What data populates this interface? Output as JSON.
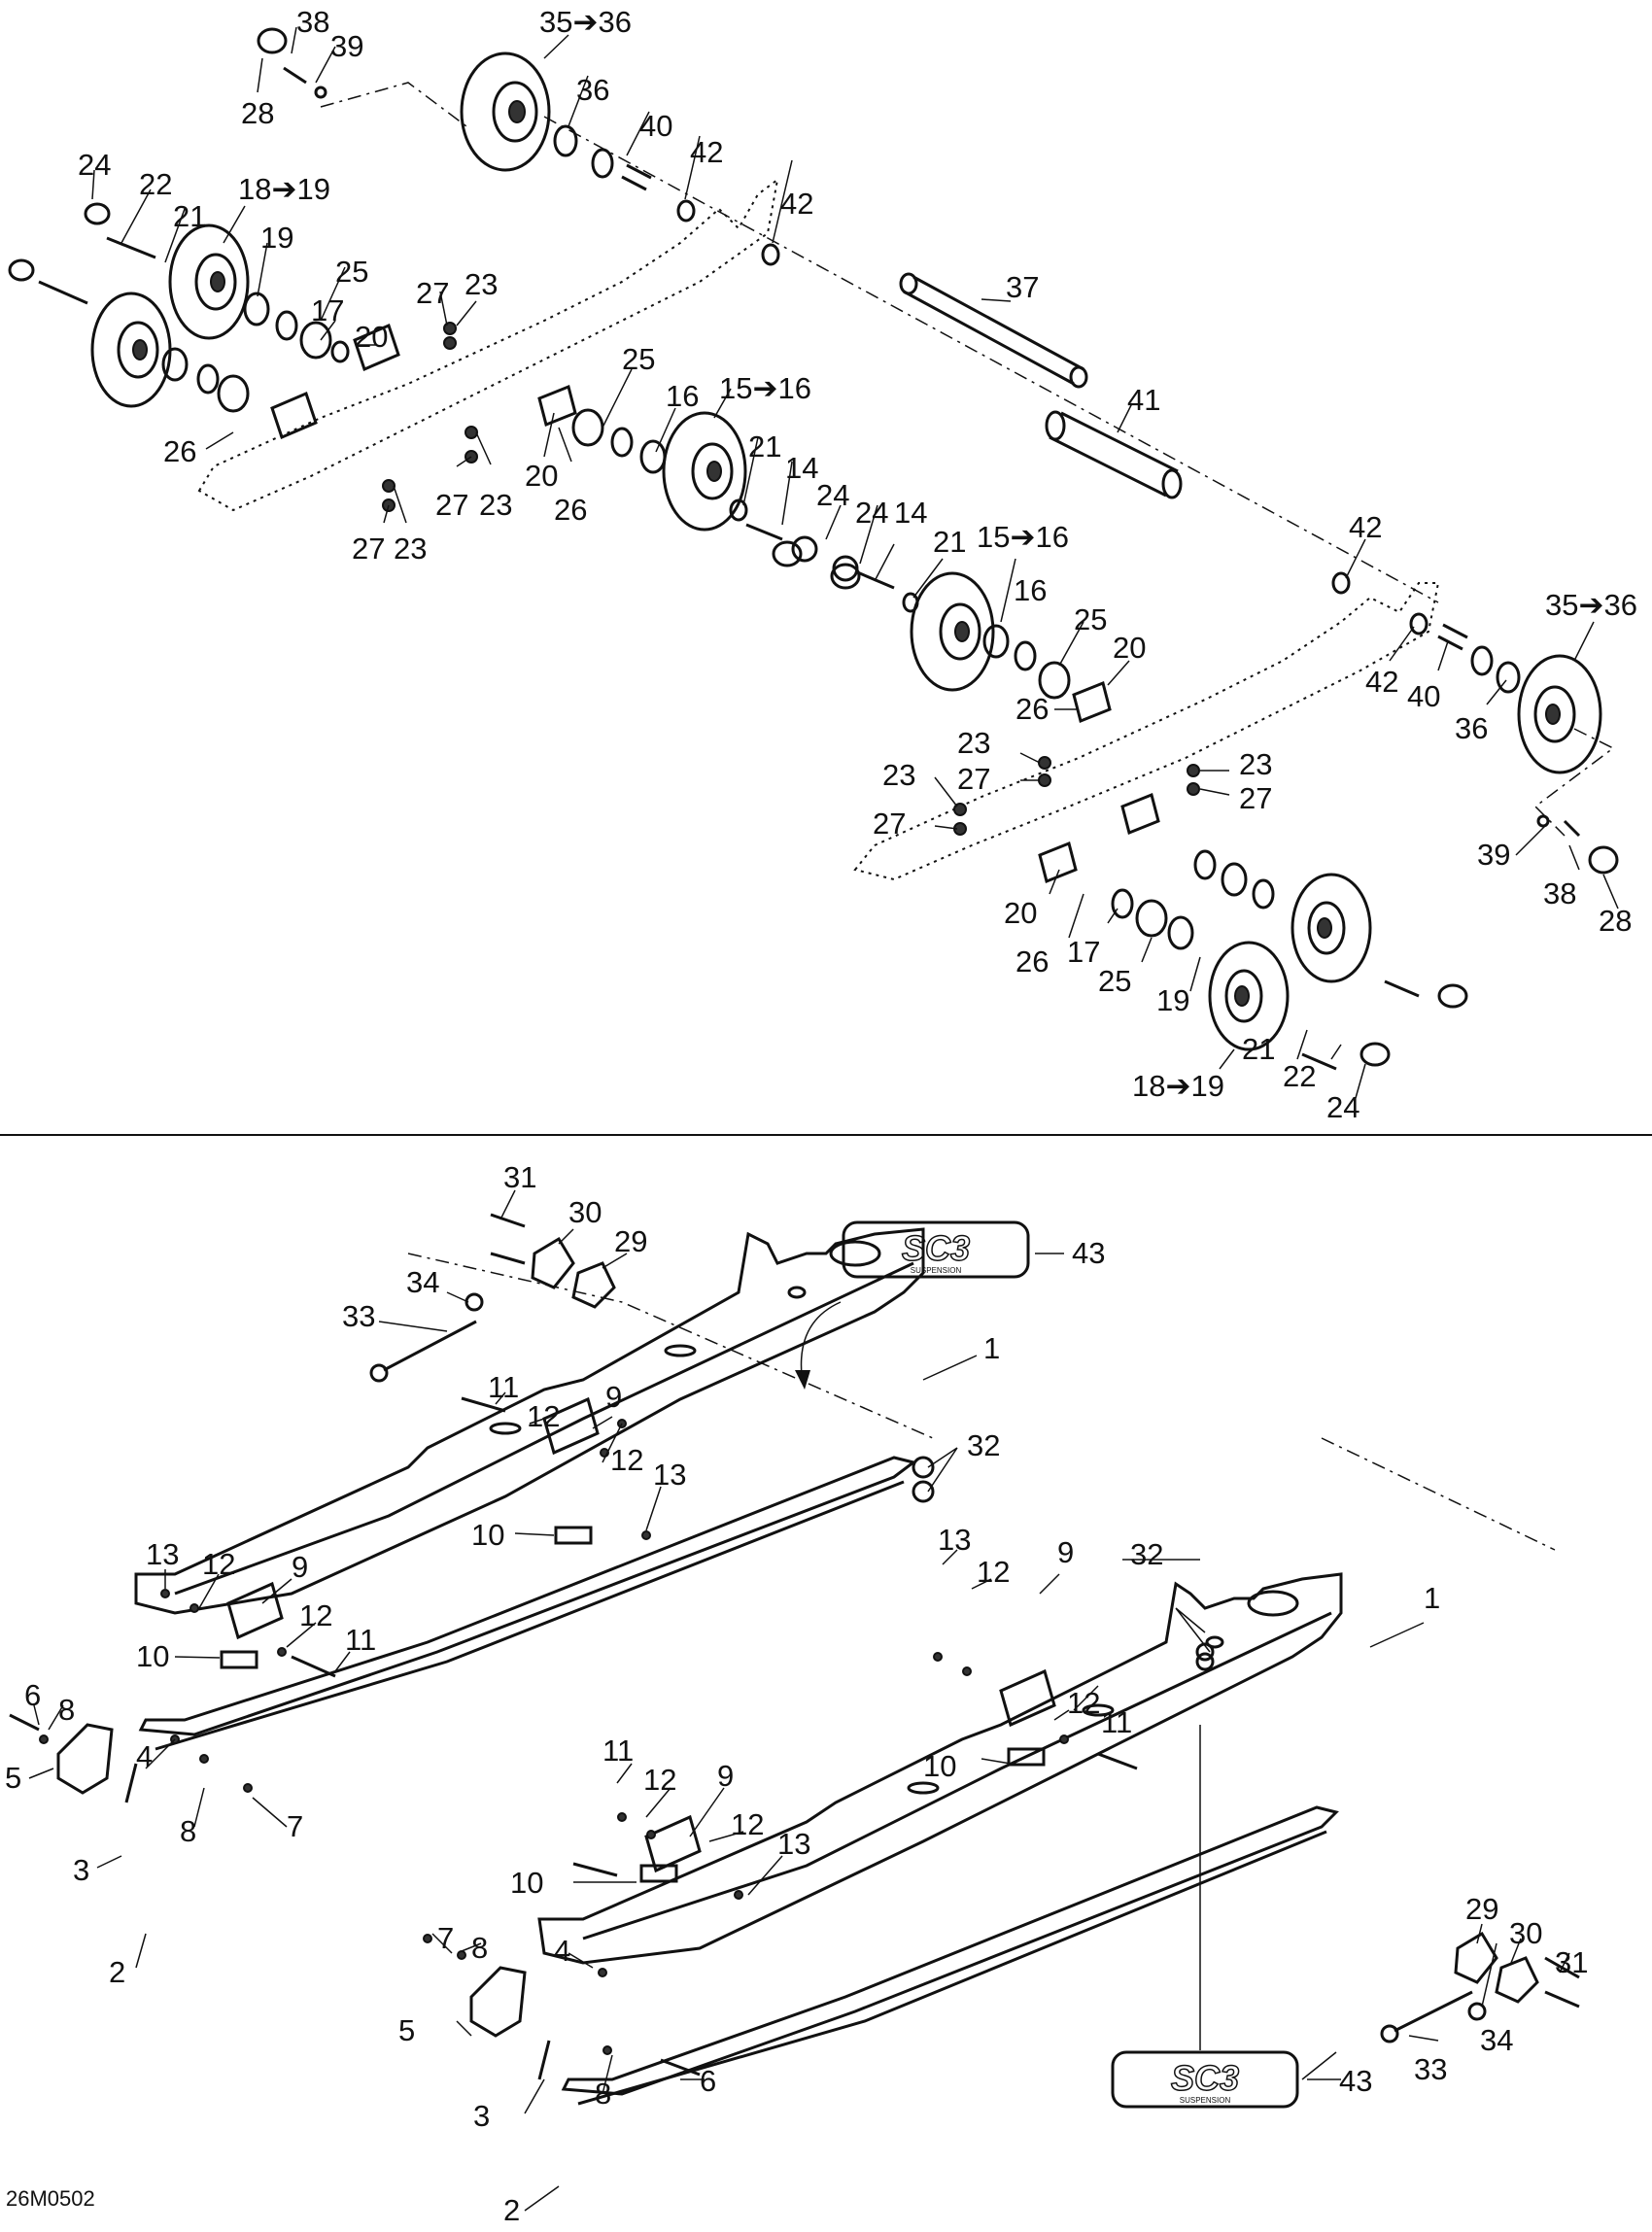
{
  "diagram_code": "26M0502",
  "logo_text": "SC3 SUSPENSION",
  "labels": {
    "l_35to36_top": "35➔36",
    "l_38_top": "38",
    "l_39_top": "39",
    "l_28_top": "28",
    "l_36_top": "36",
    "l_40_top": "40",
    "l_42_top": "42",
    "l_42_top2": "42",
    "l_24_a": "24",
    "l_22_a": "22",
    "l_21_a": "21",
    "l_18to19_a": "18➔19",
    "l_19_a": "19",
    "l_25_a": "25",
    "l_17_a": "17",
    "l_20_a": "20",
    "l_27_a": "27",
    "l_23_a": "23",
    "l_26_a": "26",
    "l_27_b": "27",
    "l_23_b": "23",
    "l_27_c": "27",
    "l_23_c": "23",
    "l_25_b": "25",
    "l_16_a": "16",
    "l_15to16_a": "15➔16",
    "l_20_b": "20",
    "l_26_b": "26",
    "l_37": "37",
    "l_41": "41",
    "l_21_b": "21",
    "l_14_a": "14",
    "l_24_b": "24",
    "l_24_c": "24",
    "l_14_b": "14",
    "l_21_c": "21",
    "l_15to16_b": "15➔16",
    "l_16_b": "16",
    "l_25_c": "25",
    "l_20_c": "20",
    "l_26_c": "26",
    "l_42_mid": "42",
    "l_42_right": "42",
    "l_40_right": "40",
    "l_36_right": "36",
    "l_35to36_right": "35➔36",
    "l_23_d": "23",
    "l_27_d": "27",
    "l_23_e": "23",
    "l_27_e": "27",
    "l_23_f": "23",
    "l_27_f": "27",
    "l_20_d": "20",
    "l_26_d": "26",
    "l_17_b": "17",
    "l_25_d": "25",
    "l_19_b": "19",
    "l_18to19_b": "18➔19",
    "l_21_d": "21",
    "l_22_b": "22",
    "l_24_d": "24",
    "l_39_right": "39",
    "l_38_right": "38",
    "l_28_right": "28",
    "b_31_a": "31",
    "b_30_a": "30",
    "b_29_a": "29",
    "b_34_a": "34",
    "b_33_a": "33",
    "b_43_a": "43",
    "b_1_a": "1",
    "b_32_a": "32",
    "b_11_a": "11",
    "b_12_a": "12",
    "b_9_a": "9",
    "b_12_b": "12",
    "b_13_a": "13",
    "b_10_a": "10",
    "b_13_b": "13",
    "b_12_c": "12",
    "b_9_b": "9",
    "b_12_d": "12",
    "b_11_b": "11",
    "b_10_b": "10",
    "b_6_a": "6",
    "b_8_a": "8",
    "b_4_a": "4",
    "b_5_a": "5",
    "b_7_a": "7",
    "b_8_b": "8",
    "b_3_a": "3",
    "b_2_a": "2",
    "b_13_c": "13",
    "b_12_e": "12",
    "b_9_c": "9",
    "b_32_b": "32",
    "b_1_b": "1",
    "b_12_f": "12",
    "b_11_c": "11",
    "b_10_c": "10",
    "b_11_d": "11",
    "b_12_g": "12",
    "b_9_d": "9",
    "b_12_h": "12",
    "b_13_d": "13",
    "b_10_d": "10",
    "b_29_b": "29",
    "b_30_b": "30",
    "b_31_b": "31",
    "b_34_b": "34",
    "b_33_b": "33",
    "b_7_b": "7",
    "b_8_c": "8",
    "b_4_b": "4",
    "b_5_b": "5",
    "b_43_b": "43",
    "b_8_d": "8",
    "b_6_b": "6",
    "b_3_b": "3",
    "b_2_b": "2"
  }
}
